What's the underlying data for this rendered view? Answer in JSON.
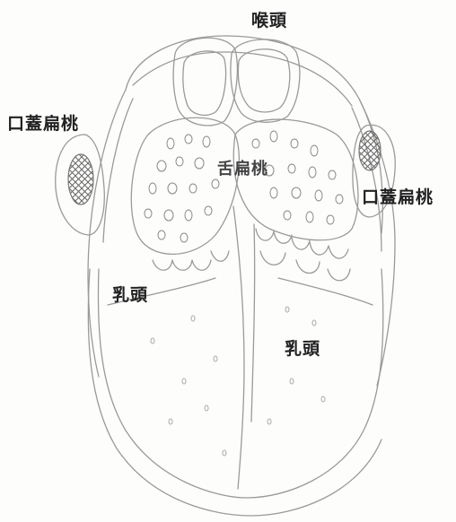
{
  "labels": {
    "larynx": "喉頭",
    "palatine_tonsil_left": "口蓋扁桃",
    "palatine_tonsil_right": "口蓋扁桃",
    "lingual_tonsil": "舌扁桃",
    "papilla_left": "乳頭",
    "papilla_right": "乳頭"
  }
}
